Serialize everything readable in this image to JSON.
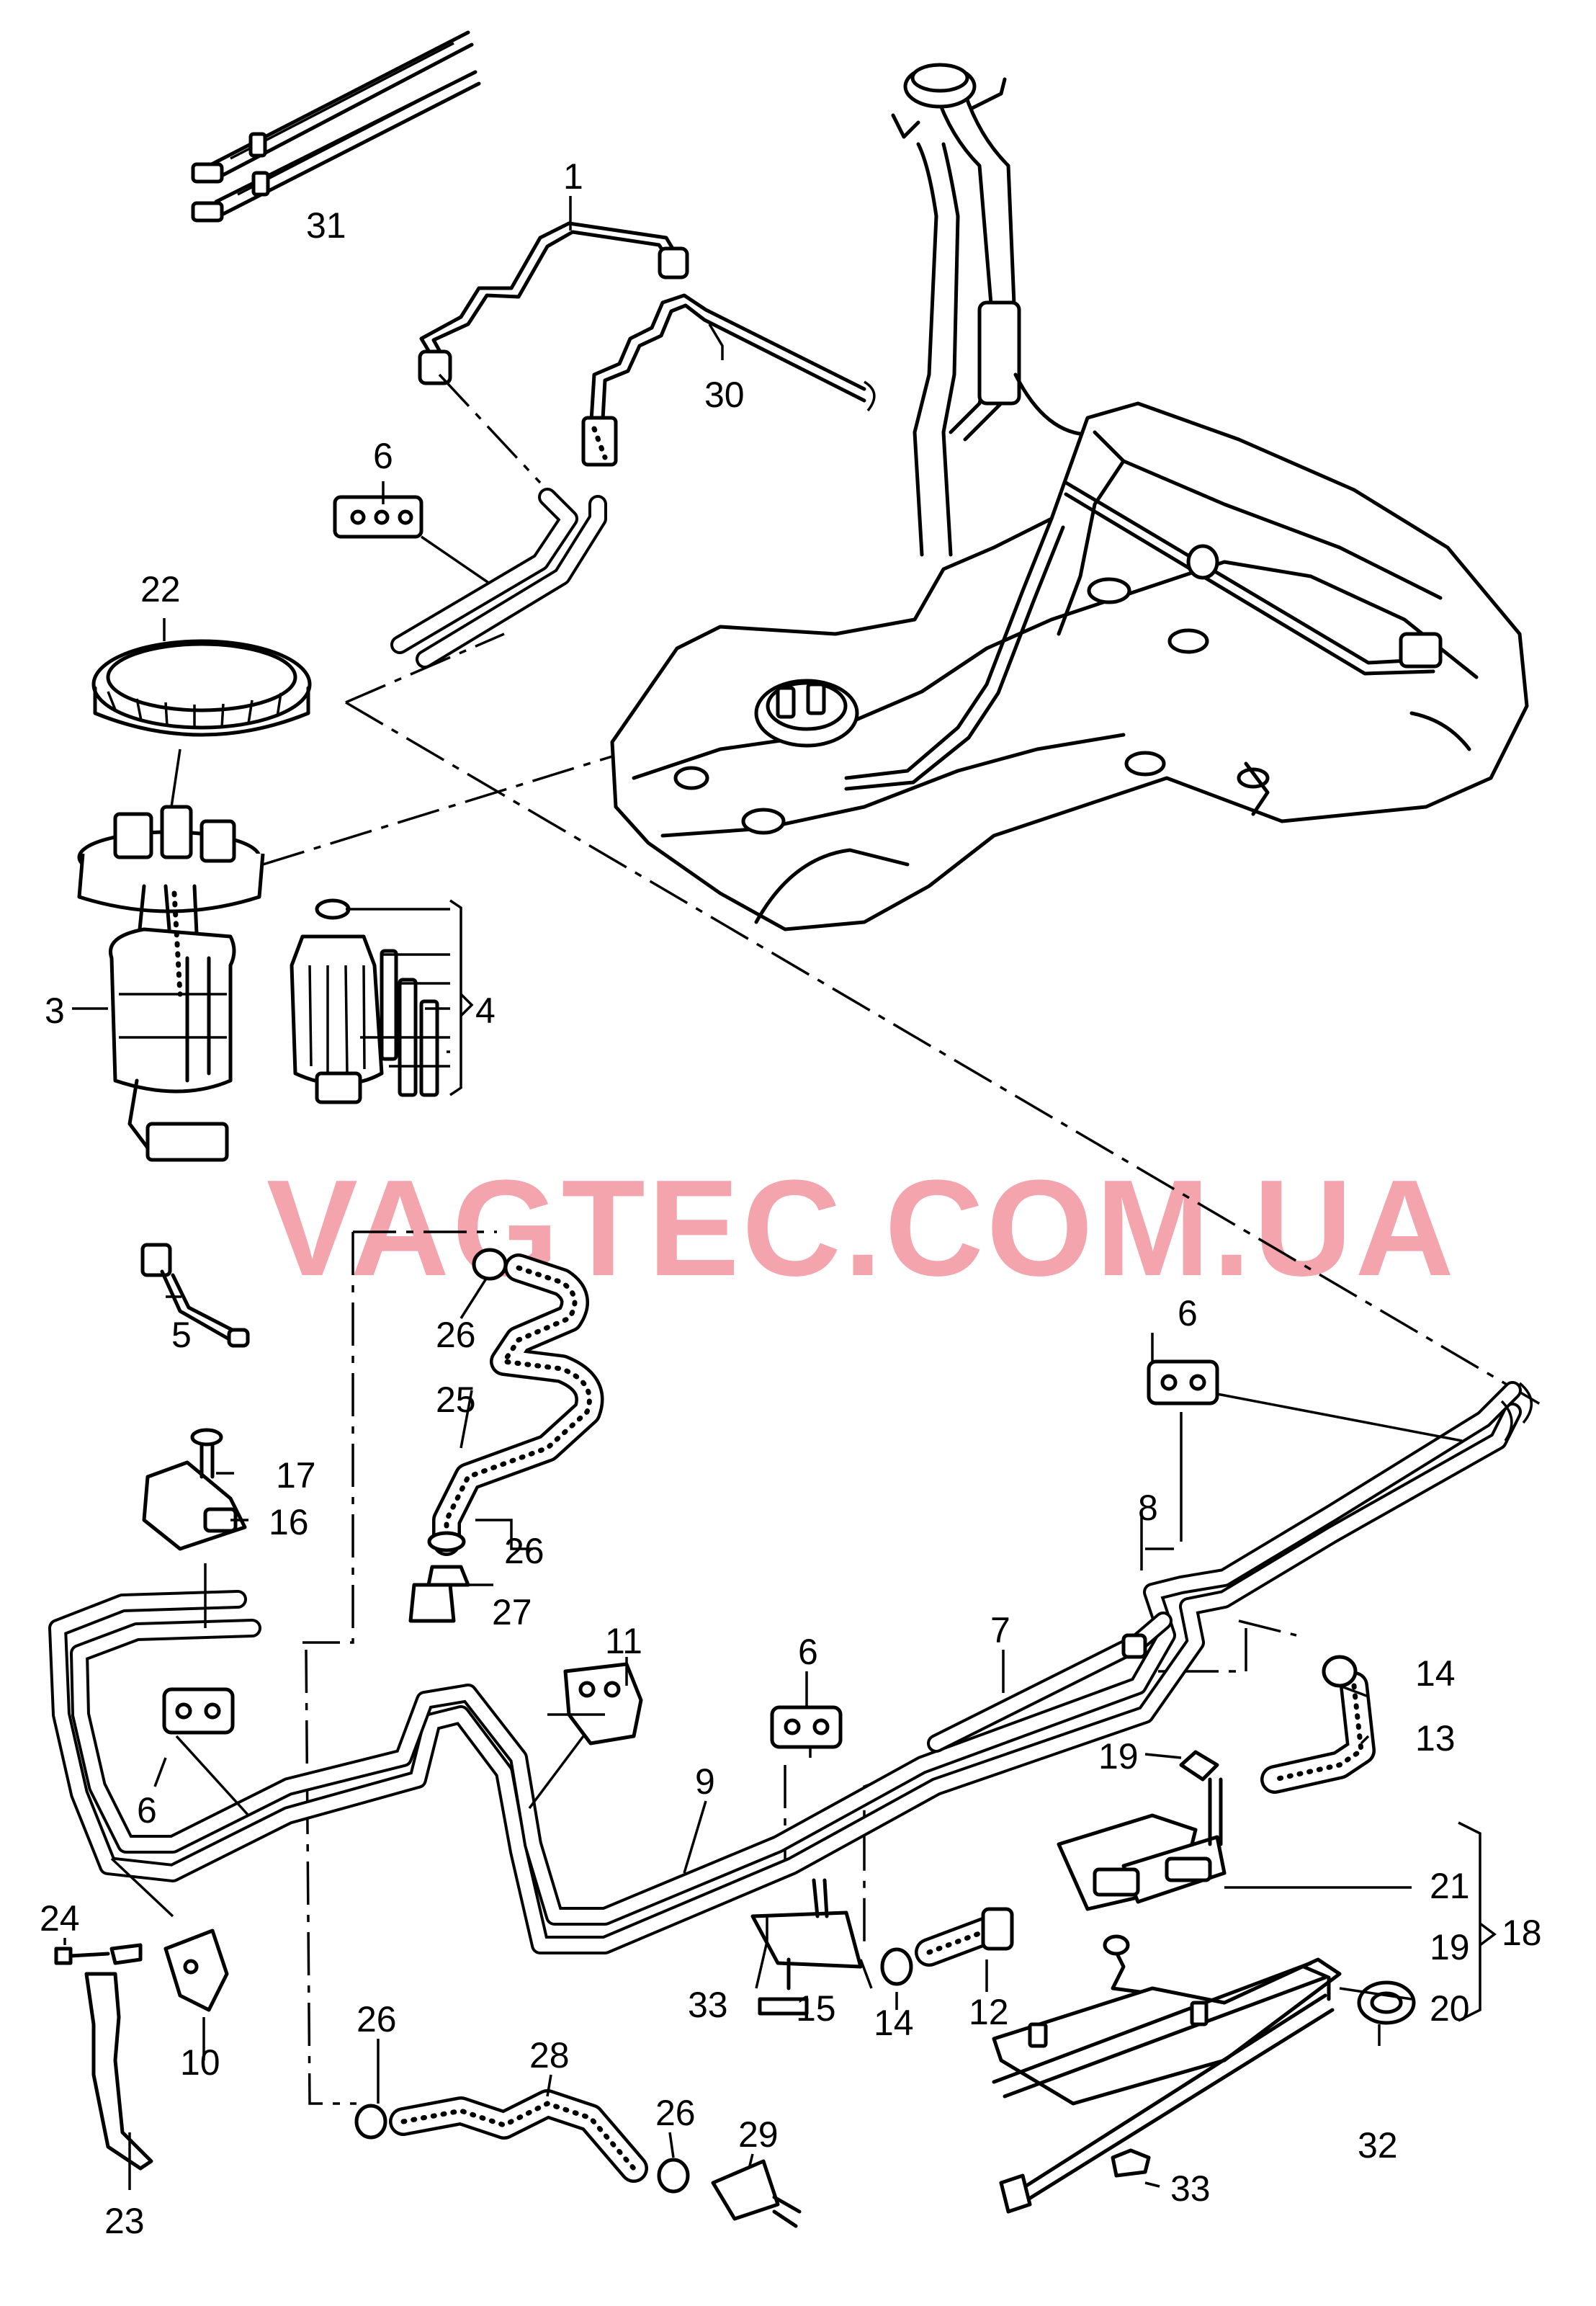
{
  "watermark": "VAGTEC.COM.UA",
  "labels": {
    "p1": "1",
    "p3": "3",
    "p4": "4",
    "p5": "5",
    "p6a": "6",
    "p6b": "6",
    "p6c": "6",
    "p6d": "6",
    "p7": "7",
    "p8": "8",
    "p9": "9",
    "p10": "10",
    "p11": "11",
    "p12": "12",
    "p13": "13",
    "p14a": "14",
    "p14b": "14",
    "p15": "15",
    "p16": "16",
    "p17": "17",
    "p18": "18",
    "p19a": "19",
    "p19b": "19",
    "p20": "20",
    "p21": "21",
    "p22": "22",
    "p23": "23",
    "p24": "24",
    "p25": "25",
    "p26a": "26",
    "p26b": "26",
    "p26c": "26",
    "p26d": "26",
    "p27": "27",
    "p28": "28",
    "p29": "29",
    "p30": "30",
    "p31": "31",
    "p32": "32",
    "p33a": "33",
    "p33b": "33"
  }
}
